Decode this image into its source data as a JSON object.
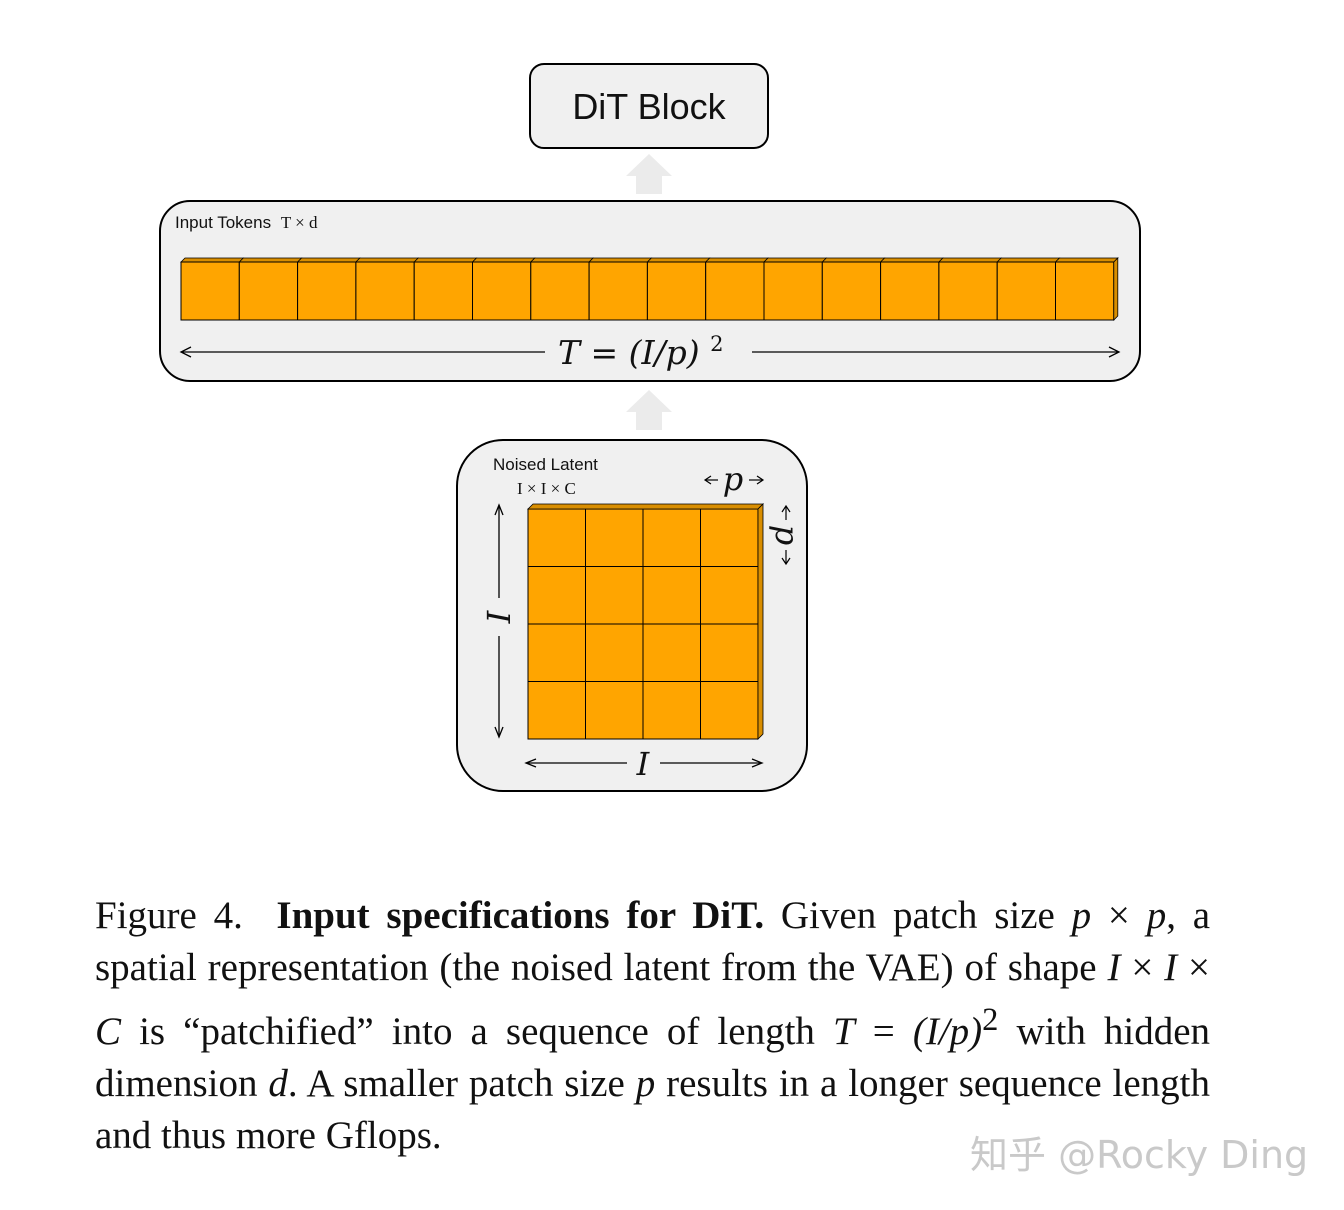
{
  "diagram": {
    "dit_block_label": "DiT Block",
    "tokens_label": "Input Tokens",
    "tokens_shape": "T × d",
    "tokens_count": 16,
    "sequence_formula_lhs": "T = (I/p)",
    "sequence_formula_exp": "2",
    "latent_label": "Noised Latent",
    "latent_shape": "I × I × C",
    "latent_grid": 4,
    "patch_symbol": "p",
    "side_symbol": "I",
    "colors": {
      "patch_fill": "#FFA500",
      "patch_side": "#D98E00",
      "panel_fill": "#F0F0F0",
      "stroke": "#000000",
      "arrow_fill": "#EBEBEB"
    }
  },
  "caption": {
    "figure_label": "Figure 4.",
    "title": "Input specifications for DiT.",
    "seg1": "Given patch size",
    "p": "p",
    "times": "×",
    "comma": ",",
    "seg2": "a spatial representation (the noised latent from the VAE) of shape",
    "I": "I",
    "C": "C",
    "seg3": "is “patchified” into a sequence of length",
    "T": "T",
    "eq": "=",
    "formula_open": "(I/p)",
    "exp": "2",
    "seg4": "with hidden dimension",
    "d": "d",
    "seg5": ". A smaller patch size",
    "seg6": "results in a longer sequence length and thus more Gflops."
  },
  "watermark": "知乎 @Rocky Ding"
}
